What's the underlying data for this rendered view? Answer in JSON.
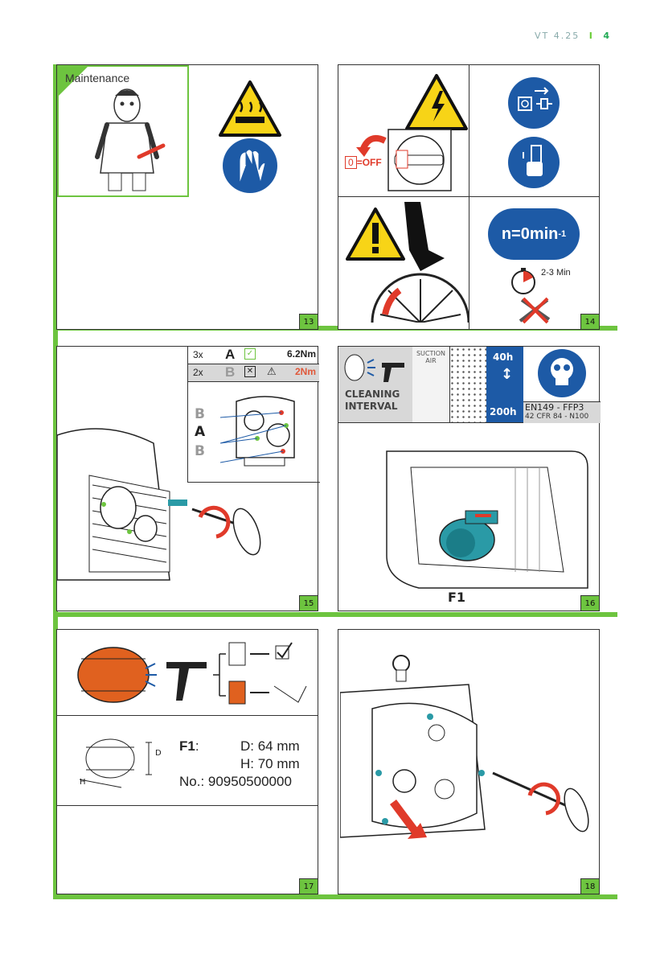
{
  "header": {
    "doc": "VT 4.25",
    "separator": "I",
    "page": "4"
  },
  "panel13": {
    "number": "13",
    "title": "Maintenance"
  },
  "panel14": {
    "number": "14",
    "off_zero": "0",
    "off_text": "=OFF",
    "rpm": "n=0min",
    "rpm_sup": "-1",
    "wait": "2-3 Min"
  },
  "panel15": {
    "number": "15",
    "row1": {
      "count": "3x",
      "letter": "A",
      "torque": "6.2Nm"
    },
    "row2": {
      "count": "2x",
      "letter": "B",
      "torque": "2Nm"
    },
    "labels": {
      "b_top": "B",
      "a": "A",
      "b_bottom": "B"
    }
  },
  "panel16": {
    "number": "16",
    "cleaning": "CLEANING INTERVAL",
    "suction": "SUCTION AIR",
    "h40": "40h",
    "h200": "200h",
    "std1": "EN149 - FFP3",
    "std2": "42 CFR 84 - N100",
    "f1": "F1"
  },
  "panel17": {
    "number": "17",
    "f1": "F1",
    "colon": ":",
    "d": "D: 64 mm",
    "h": "H: 70 mm",
    "no": "No.: 90950500000",
    "dim_d": "D",
    "dim_h": "H"
  },
  "panel18": {
    "number": "18"
  },
  "colors": {
    "green": "#6dc43f",
    "blue": "#1d5aa6",
    "red": "#e03a2a",
    "yellow": "#f7d417",
    "teal": "#2a9aa6"
  }
}
